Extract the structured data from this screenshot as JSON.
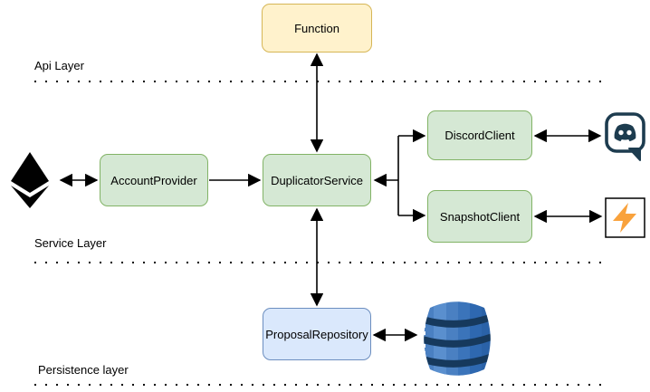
{
  "diagram": {
    "layers": {
      "api": {
        "label": "Api Layer"
      },
      "service": {
        "label": "Service Layer"
      },
      "persistence": {
        "label": "Persistence layer"
      }
    },
    "nodes": {
      "function": {
        "label": "Function",
        "fill": "#fff2cc",
        "border": "#d6b656"
      },
      "account_provider": {
        "label": "AccountProvider",
        "fill": "#d5e8d4",
        "border": "#82b366"
      },
      "duplicator_service": {
        "label": "DuplicatorService",
        "fill": "#d5e8d4",
        "border": "#82b366"
      },
      "discord_client": {
        "label": "DiscordClient",
        "fill": "#d5e8d4",
        "border": "#82b366"
      },
      "snapshot_client": {
        "label": "SnapshotClient",
        "fill": "#d5e8d4",
        "border": "#82b366"
      },
      "proposal_repository": {
        "label": "ProposalRepository",
        "fill": "#dae8fc",
        "border": "#6c8ebf"
      }
    },
    "icons": {
      "ethereum": {
        "name": "ethereum-logo-icon",
        "color": "#000000"
      },
      "discord": {
        "name": "discord-icon",
        "color": "#1d3c4f"
      },
      "snapshot": {
        "name": "snapshot-lightning-icon",
        "color": "#f9a23c"
      },
      "dynamodb": {
        "name": "dynamodb-icon",
        "colors": {
          "light": "#5a8fce",
          "mid": "#3b74ba",
          "dark": "#2b66af",
          "band": "#16395d"
        }
      }
    },
    "edges": [
      {
        "from": "ethereum",
        "to": "account_provider",
        "arrows": "both"
      },
      {
        "from": "account_provider",
        "to": "duplicator_service",
        "arrows": "end"
      },
      {
        "from": "function",
        "to": "duplicator_service",
        "arrows": "both"
      },
      {
        "from": "branch_junction",
        "to": "duplicator_service",
        "arrows": "end"
      },
      {
        "from": "branch_junction",
        "to": "discord_client",
        "arrows": "end"
      },
      {
        "from": "branch_junction",
        "to": "snapshot_client",
        "arrows": "end"
      },
      {
        "from": "discord_client",
        "to": "discord",
        "arrows": "both"
      },
      {
        "from": "snapshot_client",
        "to": "snapshot",
        "arrows": "both"
      },
      {
        "from": "duplicator_service",
        "to": "proposal_repository",
        "arrows": "both"
      },
      {
        "from": "proposal_repository",
        "to": "dynamodb",
        "arrows": "both"
      }
    ]
  }
}
